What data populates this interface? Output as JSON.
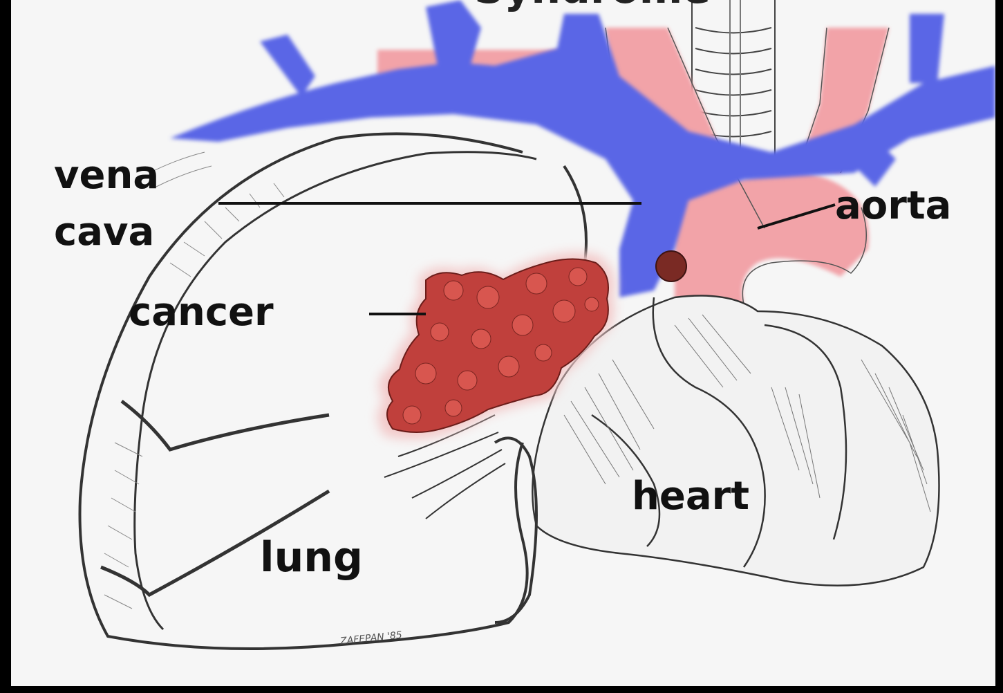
{
  "title": "Syndrome",
  "labels": {
    "vena": "vena",
    "cava": "cava",
    "cancer": "cancer",
    "aorta": "aorta",
    "heart": "heart",
    "lung": "lung"
  },
  "signature": "ZAFEPAN '85",
  "colors": {
    "vein": "#5a66e6",
    "artery": "#f2a3a8",
    "tumor": "#c0403c",
    "background": "#f6f6f6",
    "frame": "#000000"
  }
}
